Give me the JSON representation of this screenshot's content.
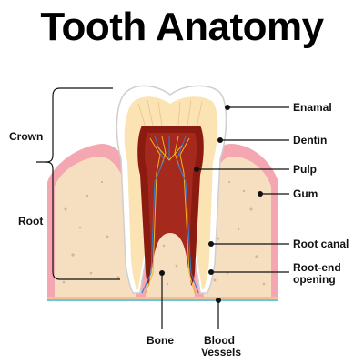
{
  "title": "Tooth Anatomy",
  "left_labels": {
    "crown": "Crown",
    "root": "Root"
  },
  "right_labels": {
    "enamel": "Enamal",
    "dentin": "Dentin",
    "pulp": "Pulp",
    "gum": "Gum",
    "root_canal": "Root canal",
    "root_end_opening_line1": "Root-end",
    "root_end_opening_line2": "opening"
  },
  "bottom_labels": {
    "bone": "Bone",
    "blood_vessels_line1": "Blood",
    "blood_vessels_line2": "Vessels"
  },
  "colors": {
    "enamel": "#ffffff",
    "dentin": "#fbe3b4",
    "pulp": "#8b1a10",
    "gum": "#f4a7b1",
    "bone": "#f5dfc0",
    "nerve": "#f7b21c",
    "vessel_blue": "#2d7fd8"
  }
}
